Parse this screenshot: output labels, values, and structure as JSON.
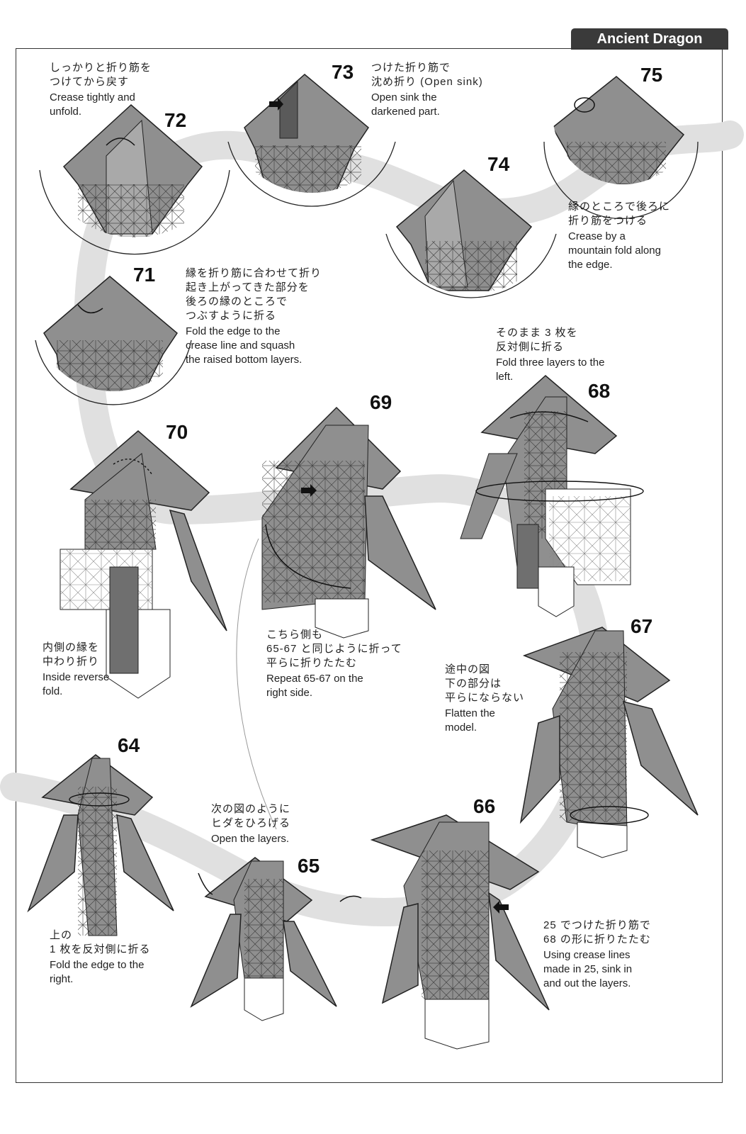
{
  "page": {
    "header_title": "Ancient Dragon"
  },
  "colors": {
    "paper": "#8f8f8f",
    "paper_dark": "#6f6f6f",
    "paper_light": "#a9a9a9",
    "white_side": "#ffffff",
    "flow_band": "#dcdcdc",
    "line": "#222222"
  },
  "steps": [
    {
      "number": "64",
      "jp": [
        "上の",
        "1 枚を反対側に折る"
      ],
      "en": [
        "Fold the edge to the",
        "right."
      ]
    },
    {
      "number": "65",
      "jp": [
        "次の図のように",
        "ヒダをひろげる"
      ],
      "en": [
        "Open the layers."
      ]
    },
    {
      "number": "66",
      "jp": [
        "25 でつけた折り筋で",
        "68 の形に折りたたむ"
      ],
      "en": [
        "Using crease lines",
        "made in 25, sink in",
        "and out the layers."
      ]
    },
    {
      "number": "67",
      "jp": [
        "途中の図",
        "下の部分は",
        "平らにならない"
      ],
      "en": [
        "Flatten the",
        "model."
      ]
    },
    {
      "number": "68",
      "jp": [
        "そのまま 3 枚を",
        "反対側に折る"
      ],
      "en": [
        "Fold three layers to the",
        "left."
      ]
    },
    {
      "number": "69",
      "jp": [
        "こちら側も",
        "65-67 と同じように折って",
        "平らに折りたたむ"
      ],
      "en": [
        "Repeat 65-67 on the",
        "right side."
      ]
    },
    {
      "number": "70",
      "jp": [
        "内側の縁を",
        "中わり折り"
      ],
      "en": [
        "Inside reverse",
        "fold."
      ]
    },
    {
      "number": "71",
      "jp": [
        "縁を折り筋に合わせて折り",
        "起き上がってきた部分を",
        "後ろの縁のところで",
        "つぶすように折る"
      ],
      "en": [
        "Fold the edge to the",
        "crease line and squash",
        "the raised bottom layers."
      ]
    },
    {
      "number": "72",
      "jp": [
        "しっかりと折り筋を",
        "つけてから戻す"
      ],
      "en": [
        "Crease tightly and",
        "unfold."
      ]
    },
    {
      "number": "73",
      "jp": [
        "つけた折り筋で",
        "沈め折り (Open sink)"
      ],
      "en": [
        "Open sink the",
        "darkened part."
      ]
    },
    {
      "number": "74",
      "jp": [],
      "en": []
    },
    {
      "number": "75",
      "jp": [
        "縁のところで後ろに",
        "折り筋をつける"
      ],
      "en": [
        "Crease by a",
        "mountain fold along",
        "the edge."
      ]
    }
  ],
  "icons": [
    "valley-fold-arrow",
    "mountain-fold-arrow",
    "push-arrow",
    "turn-over-arrow"
  ]
}
